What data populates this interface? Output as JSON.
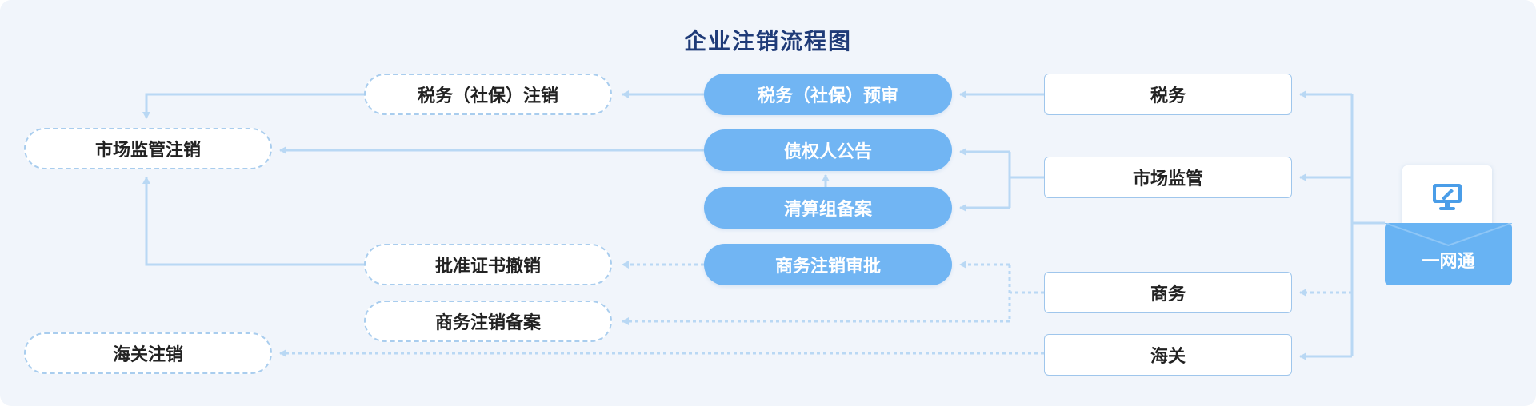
{
  "title": "企业注销流程图",
  "nodes": {
    "yiwangtong": "一网通",
    "shuiwu": "税务",
    "shichang_jianguan": "市场监管",
    "shangwu": "商务",
    "haiguan": "海关",
    "shuiwu_yushen": "税务（社保）预审",
    "zhaiquanren_gonggao": "债权人公告",
    "qingsuanzu_bei_an": "清算组备案",
    "shangwu_zhuxiao_shenpi": "商务注销审批",
    "shuiwu_zhuxiao": "税务（社保）注销",
    "pizhunzheng_chexiao": "批准证书撤销",
    "shangwu_zhuxiao_bei_an": "商务注销备案",
    "shichang_jianguan_zhuxiao": "市场监管注销",
    "haiguan_zhuxiao": "海关注销"
  },
  "icons": {
    "monitor": "monitor-pen-icon"
  },
  "colors": {
    "accent": "#71b5f3",
    "line": "#b9d8f4",
    "title": "#1f3b78",
    "background": "#f1f5fb"
  }
}
